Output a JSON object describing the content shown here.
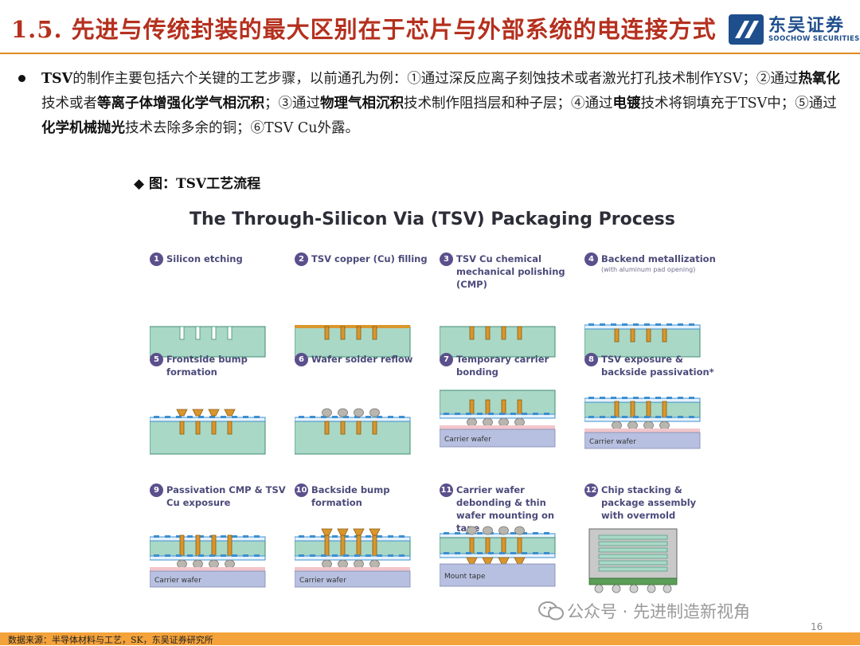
{
  "header": {
    "title": "1.5. 先进与传统封装的最大区别在于芯片与外部系统的电连接方式",
    "logo_name": "东吴证券",
    "logo_sub": "SOOCHOW SECURITIES"
  },
  "body": {
    "para_parts": [
      {
        "t": "TSV",
        "b": true
      },
      {
        "t": "的制作主要包括六个关键的工艺步骤，以前通孔为例：①通过深反应离子刻蚀技术或者激光打孔技术制作YSV；②通过",
        "b": false
      },
      {
        "t": "热氧化",
        "b": true
      },
      {
        "t": "技术或者",
        "b": false
      },
      {
        "t": "等离子体增强化学气相沉积",
        "b": true
      },
      {
        "t": "；③通过",
        "b": false
      },
      {
        "t": "物理气相沉积",
        "b": true
      },
      {
        "t": "技术制作阻挡层和种子层；④通过",
        "b": false
      },
      {
        "t": "电镀",
        "b": true
      },
      {
        "t": "技术将铜填充于TSV中；⑤通过",
        "b": false
      },
      {
        "t": "化学机械抛光",
        "b": true
      },
      {
        "t": "技术去除多余的铜；⑥TSV Cu外露。",
        "b": false
      }
    ],
    "figure_caption": "◆ 图：TSV工艺流程"
  },
  "figure": {
    "title": "The Through-Silicon Via (TSV) Packaging Process",
    "steps": [
      {
        "n": "1",
        "label": "Silicon etching",
        "sub": ""
      },
      {
        "n": "2",
        "label": "TSV copper (Cu) filling",
        "sub": ""
      },
      {
        "n": "3",
        "label": "TSV Cu chemical mechanical polishing (CMP)",
        "sub": ""
      },
      {
        "n": "4",
        "label": "Backend metallization",
        "sub": "(with aluminum pad opening)"
      },
      {
        "n": "5",
        "label": "Frontside bump formation",
        "sub": ""
      },
      {
        "n": "6",
        "label": "Wafer solder reflow",
        "sub": ""
      },
      {
        "n": "7",
        "label": "Temporary carrier bonding",
        "sub": ""
      },
      {
        "n": "8",
        "label": "TSV exposure & backside passivation*",
        "sub": ""
      },
      {
        "n": "9",
        "label": "Passivation CMP & TSV Cu exposure",
        "sub": ""
      },
      {
        "n": "10",
        "label": "Backside bump formation",
        "sub": ""
      },
      {
        "n": "11",
        "label": "Carrier wafer debonding & thin wafer mounting on tape",
        "sub": ""
      },
      {
        "n": "12",
        "label": "Chip stacking & package assembly with overmold",
        "sub": ""
      }
    ],
    "diagram_labels": {
      "carrier_wafer": "Carrier wafer",
      "mount_tape": "Mount tape"
    },
    "colors": {
      "silicon": "#a9d8c6",
      "silicon_edge": "#3f8c74",
      "copper": "#d9962c",
      "metal_blue": "#3c8fd0",
      "carrier": "#b7c0e0",
      "pink_layer": "#f2c6cc",
      "bump": "#b9b6b0",
      "step_number": "#5b4f8c"
    }
  },
  "footer": {
    "source": "数据来源：半导体材料与工艺，SK，东吴证券研究所",
    "page_number": "16",
    "watermark": "公众号 · 先进制造新视角"
  }
}
